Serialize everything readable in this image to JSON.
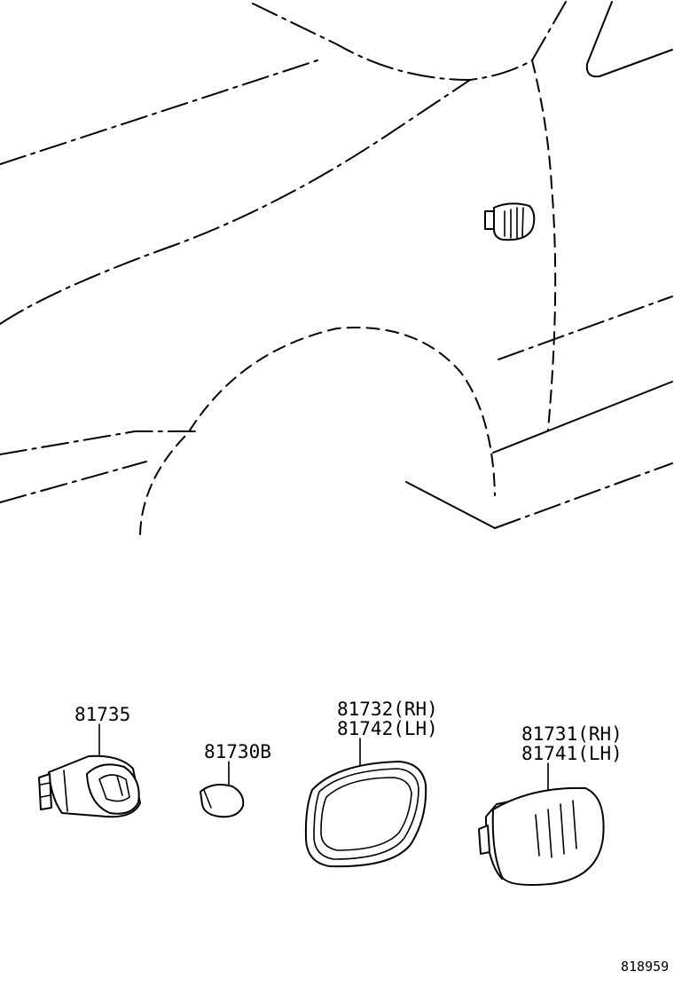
{
  "parts": [
    {
      "id": "socket",
      "numbers": [
        "81735"
      ]
    },
    {
      "id": "bulb",
      "numbers": [
        "81730B"
      ]
    },
    {
      "id": "gasket",
      "numbers": [
        "81732(RH)",
        "81742(LH)"
      ]
    },
    {
      "id": "lamp",
      "numbers": [
        "81731(RH)",
        "81741(LH)"
      ]
    }
  ],
  "diagram_ref": "818959"
}
